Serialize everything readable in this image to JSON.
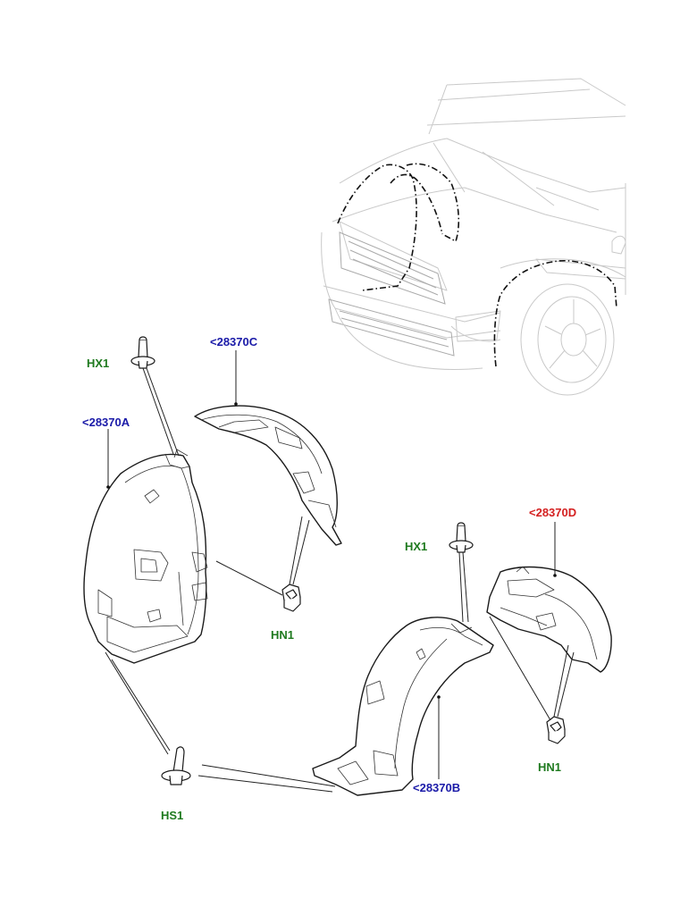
{
  "labels": {
    "ref_a": "<28370A",
    "ref_b": "<28370B",
    "ref_c": "<28370C",
    "ref_d": "<28370D",
    "hx1_left": "HX1",
    "hx1_right": "HX1",
    "hn1_left": "HN1",
    "hn1_right": "HN1",
    "hs1": "HS1"
  },
  "colors": {
    "reference_blue": "#1a1aa8",
    "reference_red": "#d42020",
    "fastener_green": "#1f7a1f"
  }
}
